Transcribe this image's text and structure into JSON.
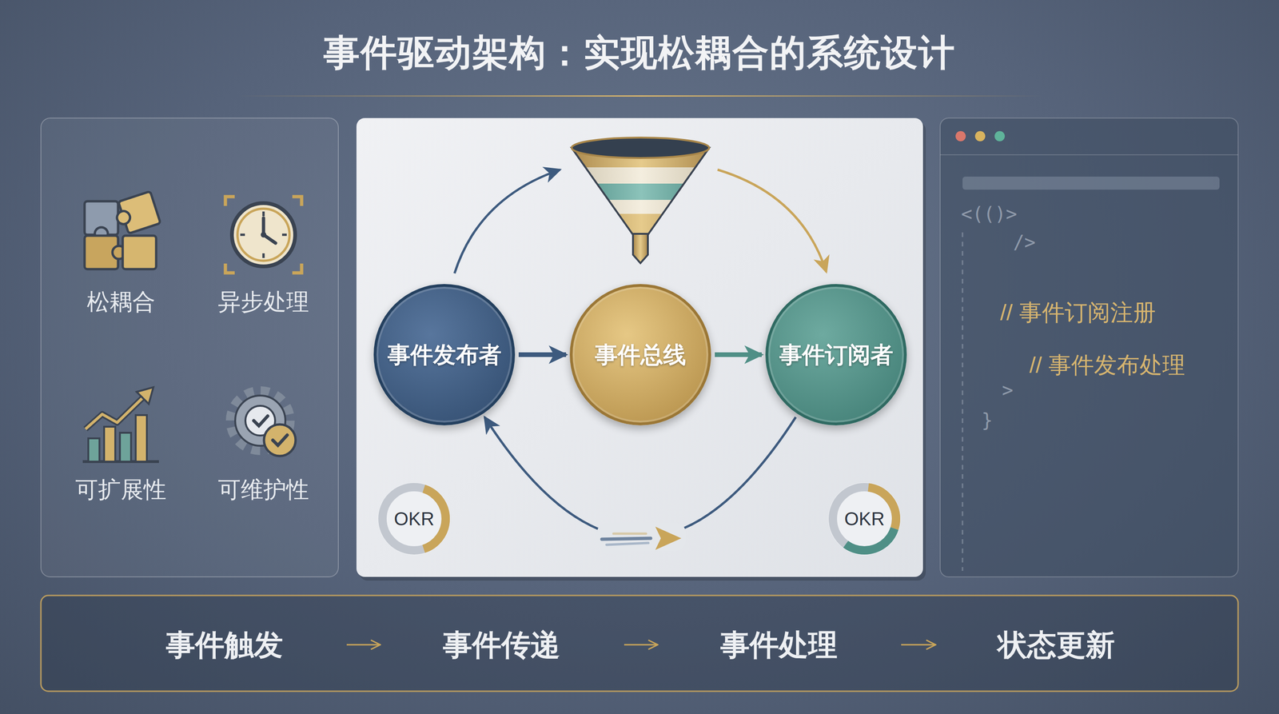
{
  "diagram": {
    "title": "事件驱动架构：实现松耦合的系统设计",
    "nodes": [
      {
        "text": [
          "事件发布者"
        ]
      },
      {
        "text": [
          "事件总线"
        ]
      },
      {
        "text": [
          "事件订阅者"
        ]
      },
      {
        "text": [
          "OKR"
        ]
      },
      {
        "text": [
          "OKR"
        ]
      }
    ],
    "edges": [
      {
        "from": 0,
        "to": 1,
        "arrow": "to"
      },
      {
        "from": 1,
        "to": 2,
        "arrow": "to"
      },
      {
        "from": 2,
        "to": 0,
        "arrow": "to"
      }
    ],
    "labels": [
      "松耦合",
      "异步处理",
      "可扩展性",
      "可维护性",
      "<(()>",
      "/>",
      "// 事件订阅注册",
      "// 事件发布处理",
      ">",
      "}",
      "事件触发",
      "事件传递",
      "事件处理",
      "状态更新"
    ]
  }
}
